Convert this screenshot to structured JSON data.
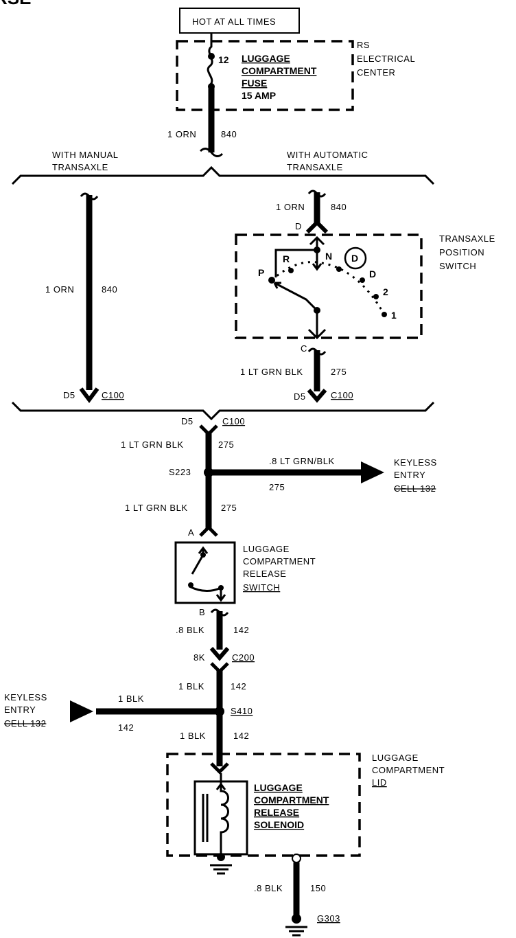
{
  "header_partial": "RSE",
  "power": {
    "label": "HOT AT ALL TIMES"
  },
  "fuse_block": {
    "pin": "12",
    "name_lines": [
      "LUGGAGE",
      "COMPARTMENT",
      "FUSE",
      "15 AMP"
    ],
    "center_lines": [
      "RS",
      "ELECTRICAL",
      "CENTER"
    ]
  },
  "wires": {
    "top_gauge": "1 ORN",
    "top_circuit": "840",
    "manual_gauge": "1 ORN",
    "manual_circuit": "840",
    "auto_gauge": "1 ORN",
    "auto_circuit": "840",
    "tps_out_gauge": "1 LT GRN BLK",
    "tps_out_circuit": "275",
    "main1_gauge": "1 LT GRN BLK",
    "main1_circuit": "275",
    "keyless_gauge": ".8 LT GRN/BLK",
    "keyless_circuit": "275",
    "main2_gauge": "1 LT GRN BLK",
    "main2_circuit": "275",
    "sw_out_gauge": ".8 BLK",
    "sw_out_circuit": "142",
    "c200_out_gauge": "1 BLK",
    "c200_out_circuit": "142",
    "left_gauge": "1 BLK",
    "left_circuit": "142",
    "sol_in_gauge": "1 BLK",
    "sol_in_circuit": "142",
    "ground_gauge": ".8 BLK",
    "ground_circuit": "150"
  },
  "branches": {
    "manual_lines": [
      "WITH MANUAL",
      "TRANSAXLE"
    ],
    "auto_lines": [
      "WITH AUTOMATIC",
      "TRANSAXLE"
    ]
  },
  "tps": {
    "title_lines": [
      "TRANSAXLE",
      "POSITION",
      "SWITCH"
    ],
    "pin_in": "D",
    "pin_out": "C",
    "positions": [
      "P",
      "R",
      "N",
      "D",
      "D",
      "2",
      "1"
    ]
  },
  "connectors": {
    "manual_pin": "D5",
    "manual_conn": "C100",
    "auto_pin": "D5",
    "auto_conn": "C100",
    "merge_pin": "D5",
    "merge_conn": "C100",
    "c200_pin": "8K",
    "c200_conn": "C200"
  },
  "splices": {
    "s223": "S223",
    "s410": "S410"
  },
  "keyless_right": {
    "lines": [
      "KEYLESS",
      "ENTRY"
    ],
    "cell": "CELL 132"
  },
  "keyless_left": {
    "lines": [
      "KEYLESS",
      "ENTRY"
    ],
    "cell": "CELL 132"
  },
  "release_switch": {
    "pin_in": "A",
    "pin_out": "B",
    "lines": [
      "LUGGAGE",
      "COMPARTMENT",
      "RELEASE",
      "SWITCH"
    ]
  },
  "lid": {
    "lines": [
      "LUGGAGE",
      "COMPARTMENT",
      "LID"
    ]
  },
  "solenoid": {
    "lines": [
      "LUGGAGE",
      "COMPARTMENT",
      "RELEASE",
      "SOLENOID"
    ]
  },
  "ground": {
    "label": "G303"
  }
}
